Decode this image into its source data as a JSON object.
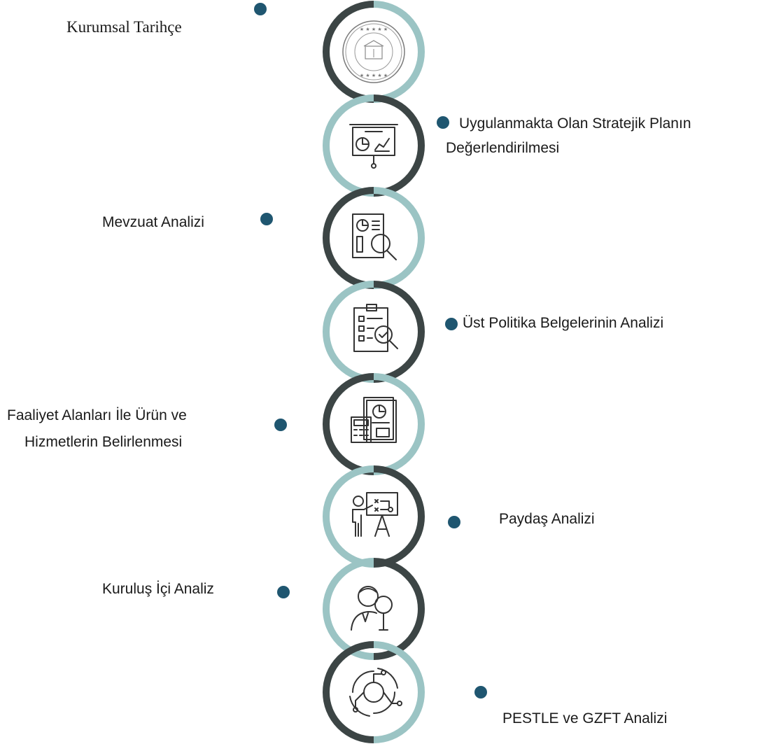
{
  "colors": {
    "dark": "#3c4545",
    "teal": "#9bc4c4",
    "dot": "#1f5670"
  },
  "steps": [
    {
      "label": "Kurumsal Tarihçe",
      "icon": "emblem-icon"
    },
    {
      "label_line1": "Uygulanmakta Olan Stratejik Planın",
      "label_line2": "Değerlendirilmesi",
      "icon": "presentation-chart-icon"
    },
    {
      "label": "Mevzuat Analizi",
      "icon": "document-search-icon"
    },
    {
      "label": "Üst Politika Belgelerinin Analizi",
      "icon": "checklist-search-icon"
    },
    {
      "label_line1": "Faaliyet Alanları İle Ürün ve",
      "label_line2": "Hizmetlerin Belirlenmesi",
      "icon": "calculator-report-icon"
    },
    {
      "label": "Paydaş Analizi",
      "icon": "teacher-board-icon"
    },
    {
      "label": "Kuruluş İçi Analiz",
      "icon": "person-search-icon"
    },
    {
      "label": "PESTLE ve GZFT Analizi",
      "icon": "cycle-analysis-icon"
    }
  ]
}
